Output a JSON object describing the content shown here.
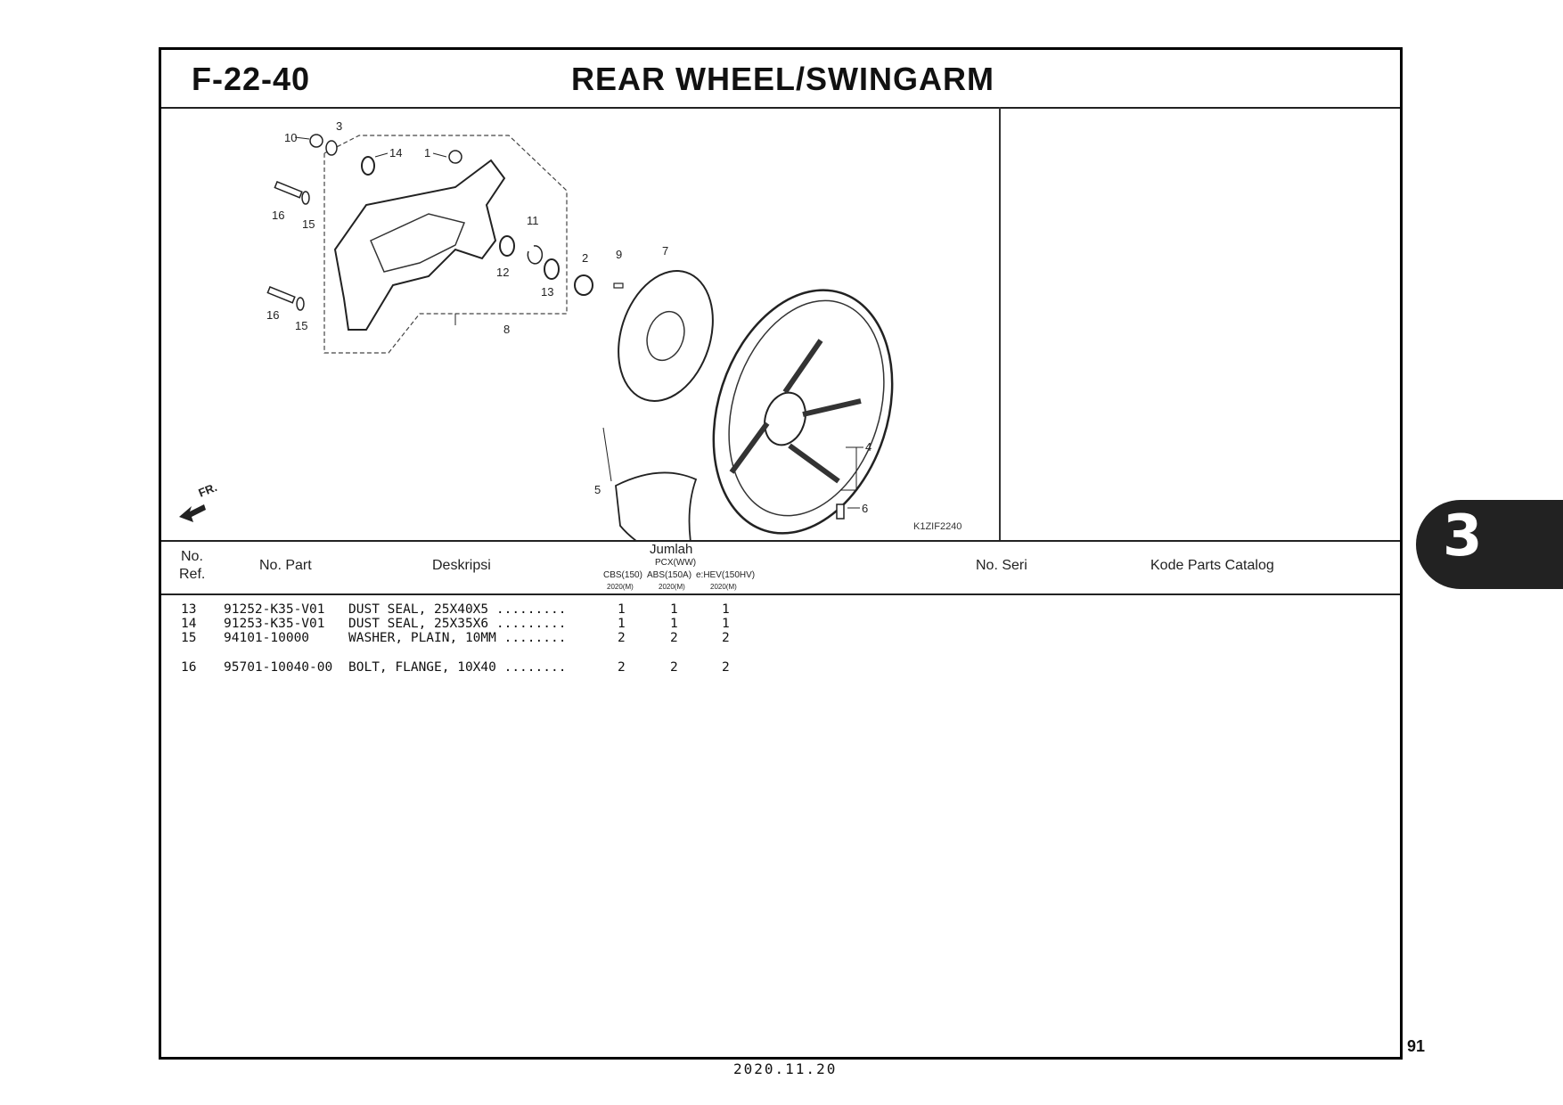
{
  "header": {
    "code": "F-22-40",
    "title": "REAR WHEEL/SWINGARM"
  },
  "diagram": {
    "callouts": [
      "1",
      "2",
      "3",
      "4",
      "5",
      "6",
      "7",
      "8",
      "9",
      "10",
      "11",
      "12",
      "13",
      "14",
      "15",
      "16"
    ],
    "figure_code": "K1ZIF2240",
    "direction_label": "FR."
  },
  "table": {
    "headers": {
      "no_ref": "No.",
      "ref": "Ref.",
      "no_part": "No. Part",
      "deskripsi": "Deskripsi",
      "jumlah": "Jumlah",
      "model": "PCX(WW)",
      "variants": [
        "CBS(150)",
        "ABS(150A)",
        "e:HEV(150HV)"
      ],
      "years": [
        "2020(M)",
        "2020(M)",
        "2020(M)"
      ],
      "no_seri": "No. Seri",
      "kode": "Kode Parts Catalog"
    },
    "rows": [
      {
        "ref": "13",
        "part": "91252-K35-V01",
        "desc": "DUST SEAL, 25X40X5 .........",
        "qty": [
          "1",
          "1",
          "1"
        ]
      },
      {
        "ref": "14",
        "part": "91253-K35-V01",
        "desc": "DUST SEAL, 25X35X6 .........",
        "qty": [
          "1",
          "1",
          "1"
        ]
      },
      {
        "ref": "15",
        "part": "94101-10000",
        "desc": "WASHER, PLAIN, 10MM ........",
        "qty": [
          "2",
          "2",
          "2"
        ]
      },
      {
        "ref": "16",
        "part": "95701-10040-00",
        "desc": "BOLT, FLANGE, 10X40 ........",
        "qty": [
          "2",
          "2",
          "2"
        ]
      }
    ]
  },
  "section_tab": "3",
  "page_number": "91",
  "footer_date": "2020.11.20"
}
